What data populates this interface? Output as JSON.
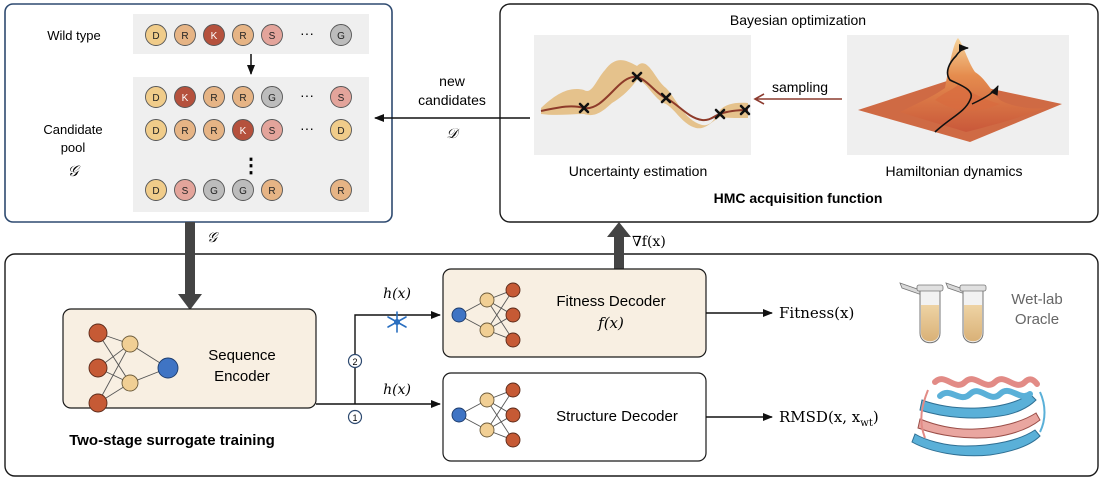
{
  "candidate_panel": {
    "wild_type_label": "Wild type",
    "wild_type_residues": [
      "D",
      "R",
      "K",
      "R",
      "S"
    ],
    "wild_type_ellipsis": "···",
    "wild_type_last": "G",
    "candidate_label_line1": "Candidate",
    "candidate_label_line2": "pool",
    "candidate_symbol": "𝒢",
    "rows": [
      {
        "residues": [
          "D",
          "K",
          "R",
          "R",
          "G"
        ],
        "ellipsis": "···",
        "last": "S"
      },
      {
        "residues": [
          "D",
          "R",
          "R",
          "K",
          "S"
        ],
        "ellipsis": "···",
        "last": "D"
      },
      {
        "residues": [
          "D",
          "S",
          "G",
          "G",
          "R"
        ],
        "ellipsis": "",
        "last": "R"
      }
    ],
    "vdots": "⋮"
  },
  "bayes_panel": {
    "title": "Bayesian optimization",
    "uncertainty_label": "Uncertainty estimation",
    "hamiltonian_label": "Hamiltonian dynamics",
    "sampling_label": "sampling",
    "acquisition_label": "HMC acquisition function"
  },
  "connectors": {
    "new_candidates_line1": "new",
    "new_candidates_line2": "candidates",
    "new_candidates_symbol": "𝒟",
    "g_symbol": "𝒢",
    "gradient_label": "∇f(x)",
    "h_upper": "h(x)",
    "h_lower": "h(x)",
    "step_2": "2",
    "step_1": "1"
  },
  "training_panel": {
    "encoder_line1": "Sequence",
    "encoder_line2": "Encoder",
    "fitness_decoder_line1": "Fitness Decoder",
    "fitness_decoder_line2": "f(x)",
    "structure_decoder": "Structure Decoder",
    "fitness_output": "Fitness(x)",
    "rmsd_output": "RMSD(x, x",
    "rmsd_subscript": "wt",
    "rmsd_close": ")",
    "wetlab_line1": "Wet-lab",
    "wetlab_line2": "Oracle",
    "training_label": "Two-stage surrogate training"
  },
  "colors": {
    "D": "#f0cc8a",
    "R": "#e6b485",
    "K": "#b5513d",
    "S": "#e3a49b",
    "G": "#bcbcbc",
    "accent_orange": "#c65a35",
    "accent_blue": "#3f74c4",
    "node_tan": "#f1cf94",
    "panel_fill": "#f8efe2"
  }
}
